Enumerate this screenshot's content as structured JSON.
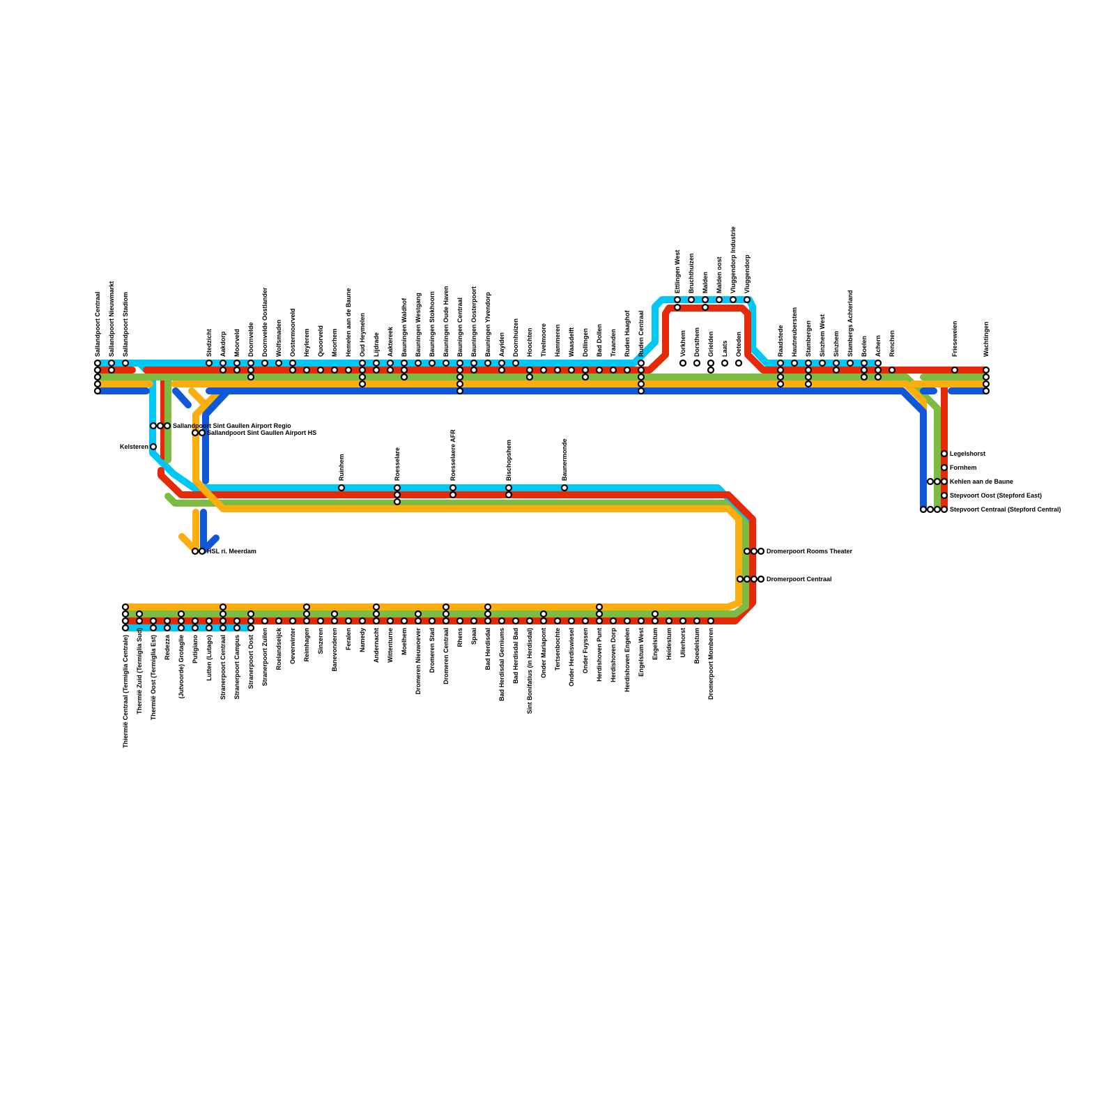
{
  "line_colors": {
    "cyan": "#00c8f5",
    "red": "#e52a0a",
    "green": "#7dbb42",
    "orange": "#fbae0d",
    "blue": "#1058d8"
  },
  "stations": {
    "top": [
      "Sallandpoort Centraal",
      "Sallandpoort Nieuwmarkt",
      "Sallandpoort Stadiom",
      "Stedzicht",
      "Aakdorp",
      "Moorveld",
      "Doornvelde",
      "Doornvelde Oostlander",
      "Wolfsmaden",
      "Oostermoorveld",
      "Heylerem",
      "Quoorveld",
      "Moorhem",
      "Hemelen aan de Baune",
      "Oud Heymelen",
      "Lijdrade",
      "Aaktereek",
      "Bauningen Waldhof",
      "Bauningen Westgang",
      "Bauningen Stokhoorn",
      "Bauningen Oude Haven",
      "Bauningen Centraal",
      "Bauningen Oosterpoort",
      "Bauningen Ylvendorp",
      "Aayiden",
      "Doornhuizen",
      "Hoochten",
      "Tivelmoore",
      "Hammeren",
      "Waasdelft",
      "Dollingen",
      "Bad Dollen",
      "Traanden",
      "Ruden Haaghof",
      "Ruden Centraal",
      "Vorkhem",
      "Dorsthem",
      "Grielden",
      "Laats",
      "Oeteden",
      "Raadstede",
      "Hautneuberstem",
      "Stambergen",
      "Sinzhem West",
      "Sinzhem",
      "Stambergs Achterland",
      "Boelen",
      "Achern",
      "Renchen",
      "Frieseweien",
      "Wachtingen"
    ],
    "loop": [
      "Ettlingen West",
      "Bruchthuizen",
      "Malden",
      "Malden oost",
      "Vluggendorp Industrie",
      "Vluggendorp"
    ],
    "middle": [
      "Ruinhem",
      "Roesselare",
      "Roesselaere AFR",
      "Bischopshem",
      "Baunermonde"
    ],
    "right_side": [
      "Sallandpoort Sint Gaullen Airport Regio",
      "Sallandpoort Sint Gaullen Airport HS",
      "Kelsteren",
      "HSL ri. Meerdam",
      "Dromerpoort Rooms Theater",
      "Dromerpoort Centraal",
      "Legelshorst",
      "Fornhem",
      "Kehlen aan de Baune",
      "Stepvoort Oost (Stepford East)",
      "Stepvoort Centraal (Stepford Central)"
    ],
    "bottom": [
      "Thiermië Centraal (Termiglia Centrale)",
      "Thermië Zuid (Termiglia Sud)",
      "Thermië Oost (Termiglia Est)",
      "Redezza",
      "(Jutvoorde) Grotaglie",
      "Putigiano",
      "Lutten (Lutago)",
      "Stranerpoort Centraal",
      "Stranerpoort Campus",
      "Stranerpoort Oost",
      "Stranerpoort Zuilen",
      "Roelandseijck",
      "Oeverwinter",
      "Reimhagen",
      "Sinzeren",
      "Banevonderen",
      "Feralen",
      "Namedy",
      "Andernacht",
      "Wittenturne",
      "Moelhem",
      "Dromeren Nieuwoever",
      "Dromeren Stad",
      "Dromeren Centraal",
      "Rhens",
      "Spaai",
      "Bad Herdisdal",
      "Bad Herdisdal Gerniums",
      "Bad Herdisdal Bad",
      "Sint Bonifatius (in Herdisdal)",
      "Onder Mariapont",
      "Tertsenbochte",
      "Onder Herdiswiesel",
      "Onder Fuyssen",
      "Herdishoven Punt",
      "Herdishoven Dorp",
      "Herdishoven Engelen",
      "Engelstum West",
      "Engelstum",
      "Heidestum",
      "Ulierhorst",
      "Boedelstum",
      "Dromerpoort Momberen"
    ]
  }
}
